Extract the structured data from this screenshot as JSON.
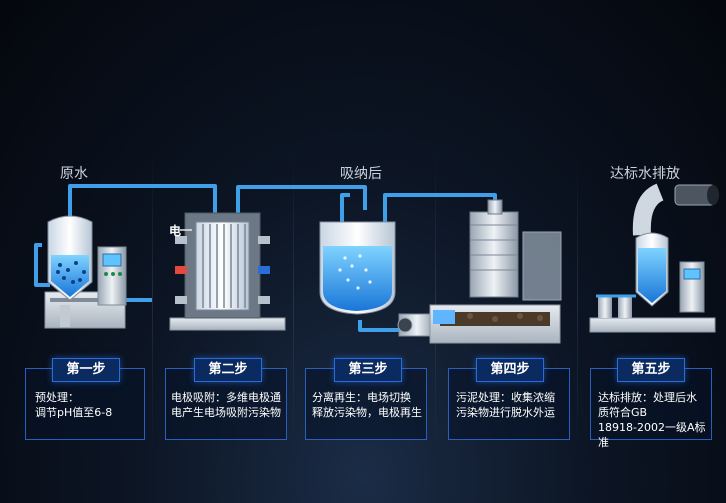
{
  "stage_labels": {
    "raw_water": "原水",
    "after_adsorption": "吸纳后",
    "discharge": "达标水排放"
  },
  "equipment_label": "电",
  "steps": [
    {
      "badge": "第一步",
      "text": "预处理：\n调节pH值至6-8"
    },
    {
      "badge": "第二步",
      "text": "电极吸附：多维电极通\n电产生电场吸附污染物"
    },
    {
      "badge": "第三步",
      "text": "分离再生：电场切换\n释放污染物，电极再生"
    },
    {
      "badge": "第四步",
      "text": "污泥处理：收集浓缩\n污染物进行脱水外运"
    },
    {
      "badge": "第五步",
      "text": "达标排放：处理后水\n质符合GB\n18918-2002一级A标准"
    }
  ],
  "colors": {
    "pipe": "#3f9fe8",
    "badge_bg": "#0a2a60",
    "badge_border": "#2a6dd8",
    "box_border": "#2b5fbf"
  }
}
